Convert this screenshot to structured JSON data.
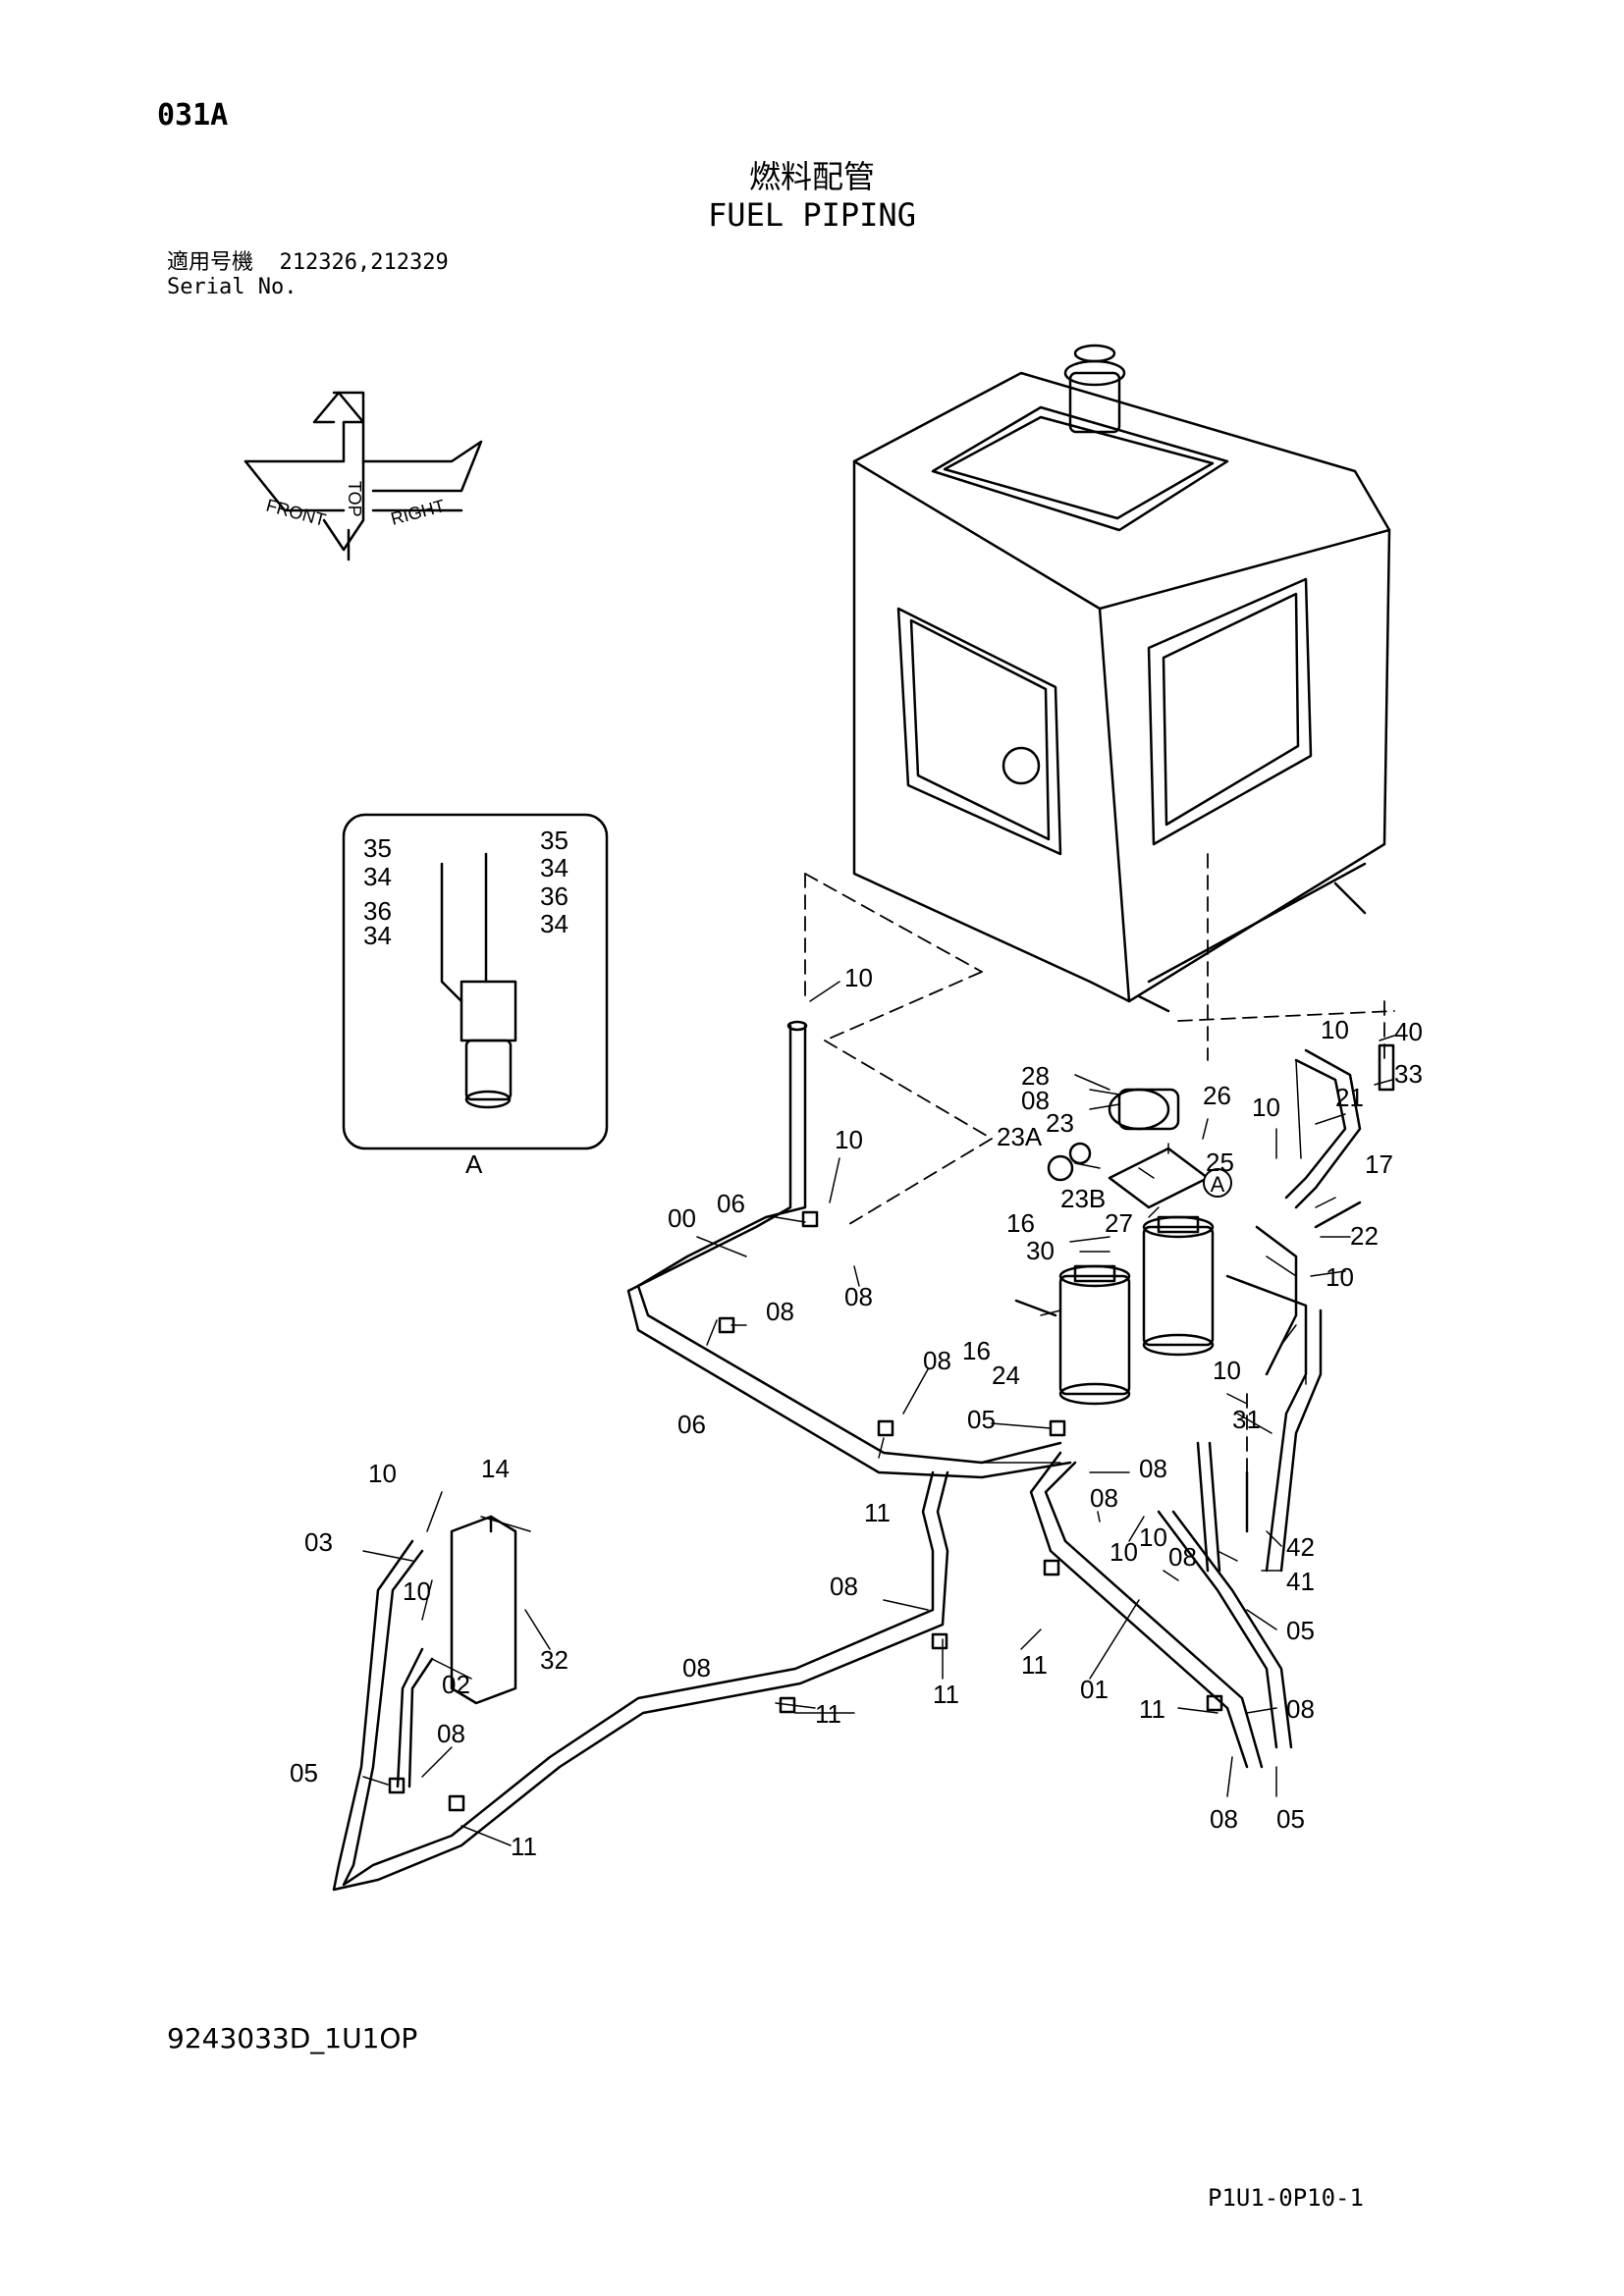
{
  "page_code": "031A",
  "title_jp": "燃料配管",
  "title_en": "FUEL PIPING",
  "serial": {
    "label_jp": "適用号機",
    "label_en": "Serial No.",
    "value": "212326,212329"
  },
  "orientation_labels": {
    "front": "FRONT",
    "top": "TOP",
    "right": "RIGHT"
  },
  "detail_label": "A",
  "detail_marker": "A",
  "callouts": {
    "c00": "00",
    "c01": "01",
    "c02": "02",
    "c03": "03",
    "c05a": "05",
    "c05b": "05",
    "c05c": "05",
    "c05d": "05",
    "c06a": "06",
    "c06b": "06",
    "c08a": "08",
    "c08b": "08",
    "c08c": "08",
    "c08d": "08",
    "c08e": "08",
    "c08f": "08",
    "c08g": "08",
    "c08h": "08",
    "c08i": "08",
    "c08j": "08",
    "c08k": "08",
    "c08l": "08",
    "c10a": "10",
    "c10b": "10",
    "c10c": "10",
    "c10d": "10",
    "c10e": "10",
    "c10f": "10",
    "c10g": "10",
    "c10h": "10",
    "c10i": "10",
    "c10j": "10",
    "c11a": "11",
    "c11b": "11",
    "c11c": "11",
    "c11d": "11",
    "c11e": "11",
    "c11f": "11",
    "c14": "14",
    "c16a": "16",
    "c16b": "16",
    "c17": "17",
    "c21": "21",
    "c22": "22",
    "c23": "23",
    "c23A": "23A",
    "c23B": "23B",
    "c24": "24",
    "c25": "25",
    "c26": "26",
    "c27": "27",
    "c28": "28",
    "c30": "30",
    "c31": "31",
    "c32": "32",
    "c33": "33",
    "c40": "40",
    "c41": "41",
    "c42": "42",
    "d35a": "35",
    "d35b": "35",
    "d34a": "34",
    "d34b": "34",
    "d34c": "34",
    "d34d": "34",
    "d36a": "36",
    "d36b": "36"
  },
  "doc_id": "9243033D_1U1OP",
  "page_ref": "P1U1-0P10-1"
}
